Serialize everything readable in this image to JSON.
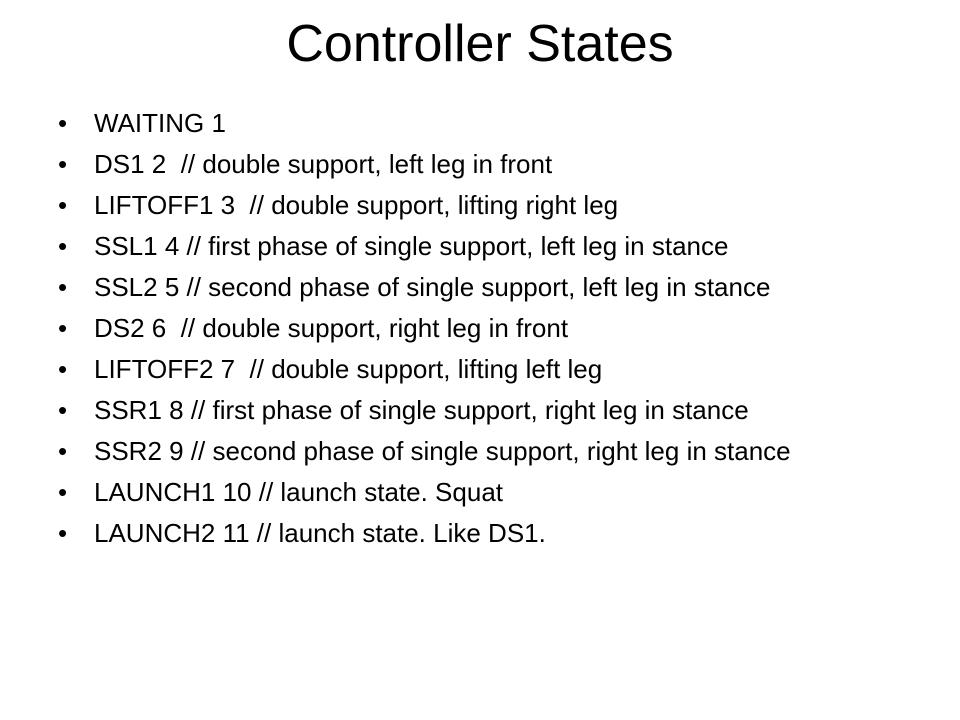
{
  "slide": {
    "title": "Controller States",
    "bullet_glyph": "•",
    "items": [
      "WAITING 1",
      "DS1 2  // double support, left leg in front",
      "LIFTOFF1 3  // double support, lifting right leg",
      "SSL1 4 // first phase of single support, left leg in stance",
      "SSL2 5 // second phase of single support, left leg in stance",
      "DS2 6  // double support, right leg in front",
      "LIFTOFF2 7  // double support, lifting left leg",
      "SSR1 8 // first phase of single support, right leg in stance",
      "SSR2 9 // second phase of single support, right leg in stance",
      "LAUNCH1 10 // launch state. Squat",
      "LAUNCH2 11 // launch state. Like DS1."
    ]
  }
}
